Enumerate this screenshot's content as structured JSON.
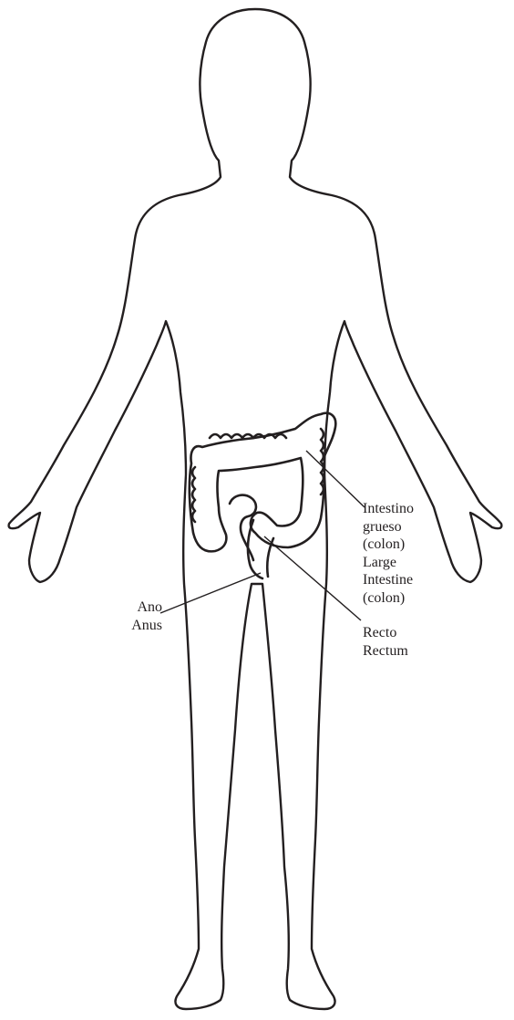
{
  "labels": {
    "colon": {
      "es_line1": "Intestino",
      "es_line2": "grueso",
      "es_line3": "(colon)",
      "en_line1": "Large",
      "en_line2": "Intestine",
      "en_line3": "(colon)"
    },
    "rectum": {
      "es": "Recto",
      "en": "Rectum"
    },
    "anus": {
      "es": "Ano",
      "en": "Anus"
    }
  },
  "colors": {
    "line": "#231f20",
    "background": "#ffffff"
  }
}
